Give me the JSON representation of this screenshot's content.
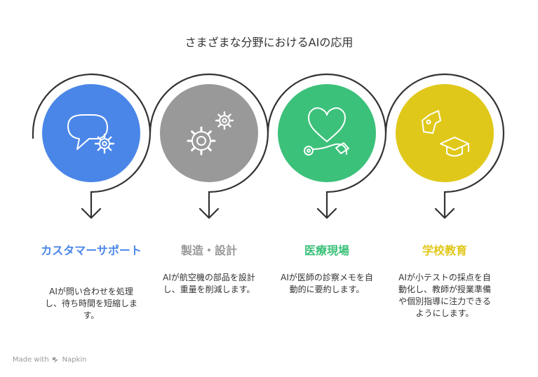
{
  "title": "さまざまな分野におけるAIの応用",
  "steps": [
    {
      "title": "カスタマーサポート",
      "description": "AIが問い合わせを処理し、待ち時間を短縮します。",
      "color": "#4a86e8",
      "icon": "chat-gear-icon"
    },
    {
      "title": "製造・設計",
      "description": "AIが航空機の部品を設計し、重量を削減します。",
      "color": "#999999",
      "icon": "gears-icon"
    },
    {
      "title": "医療現場",
      "description": "AIが医師の診察メモを自動的に要約します。",
      "color": "#3cc17a",
      "icon": "heart-stethoscope-icon"
    },
    {
      "title": "学校教育",
      "description": "AIが小テストの採点を自動化し、教師が授業準備や個別指導に注力できるようにします。",
      "color": "#e0c81a",
      "icon": "graduation-cap-icon"
    }
  ],
  "footer": {
    "made_with": "Made with",
    "brand": "Napkin"
  }
}
